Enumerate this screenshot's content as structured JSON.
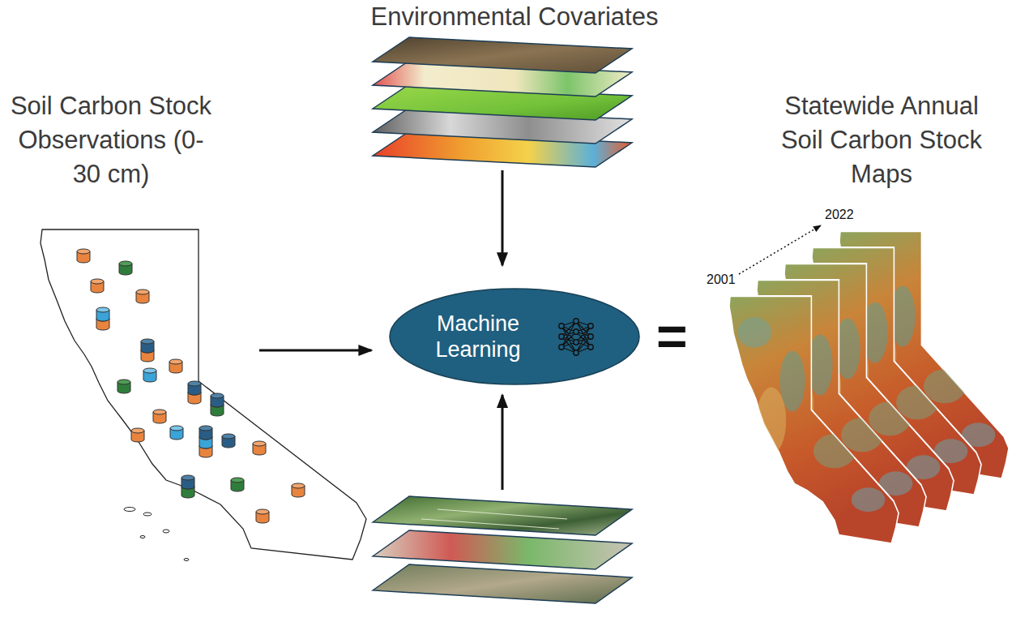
{
  "diagram": {
    "nodes": [
      {
        "text": [
          "Environmental Covariates"
        ]
      },
      {
        "text": [
          "Soil Carbon Stock Observations (0-30 cm)"
        ]
      },
      {
        "text": [
          "Machine Learning"
        ]
      },
      {
        "text": [
          "Statewide Annual Soil Carbon Stock Maps"
        ]
      }
    ],
    "edges": [
      {
        "from": 0,
        "to": 2,
        "arrow": "to"
      },
      {
        "from": 1,
        "to": 2,
        "arrow": "to"
      }
    ],
    "labels": [
      "2022",
      "2001",
      "="
    ]
  }
}
